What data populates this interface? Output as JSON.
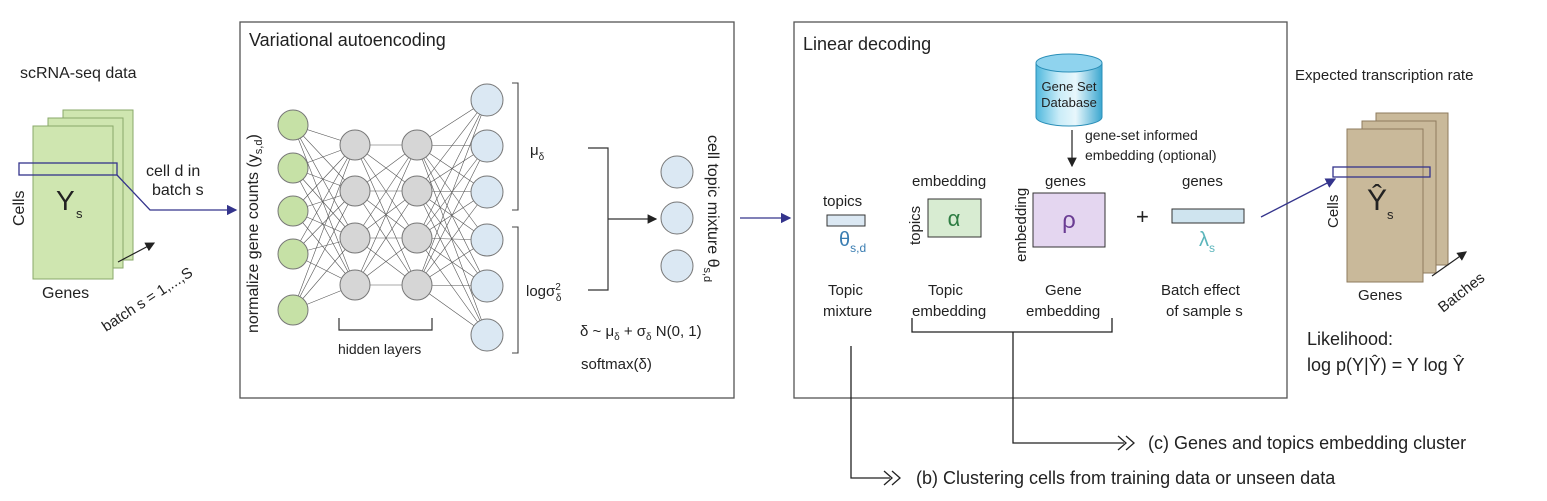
{
  "input": {
    "title": "scRNA-seq data",
    "cells_label": "Cells",
    "genes_label": "Genes",
    "matrix_symbol": "Y",
    "matrix_sub": "s",
    "cell_label_line1": "cell d in",
    "cell_label_line2": "batch s",
    "batch_label": "batch s = 1,...,S"
  },
  "vae": {
    "title": "Variational autoencoding",
    "input_axis_label": "normalize gene counts (y",
    "input_axis_sub": "s,d",
    "input_axis_close": ")",
    "hidden_label": "hidden layers",
    "mu": "μ",
    "mu_sub": "δ",
    "logsigma": "logσ",
    "logsigma_sup": "2",
    "logsigma_sub": "δ",
    "theta_label": "cell topic mixture θ",
    "theta_sub": "s,d",
    "reparam_a": "δ ~ μ",
    "reparam_a_sub": "δ",
    "reparam_b": " + σ",
    "reparam_b_sub": "δ",
    "reparam_c": " N(0, 1)",
    "softmax": "softmax(δ)"
  },
  "decoder": {
    "title": "Linear decoding",
    "database_line1": "Gene Set",
    "database_line2": "Database",
    "informed_line1": "gene-set informed",
    "informed_line2": "embedding (optional)",
    "topics_header": "topics",
    "theta_symbol": "θ",
    "theta_sub": "s,d",
    "alpha_header": "embedding",
    "alpha_side": "topics",
    "alpha_symbol": "α",
    "rho_header": "genes",
    "rho_side": "embedding",
    "rho_symbol": "ρ",
    "plus": "+",
    "lambda_header": "genes",
    "lambda_symbol": "λ",
    "lambda_sub": "s",
    "caption_topic_1": "Topic",
    "caption_topic_2": "mixture",
    "caption_alpha_1": "Topic",
    "caption_alpha_2": "embedding",
    "caption_rho_1": "Gene",
    "caption_rho_2": "embedding",
    "caption_batch_1": "Batch effect",
    "caption_batch_2": "of sample s"
  },
  "output": {
    "title": "Expected transcription rate",
    "cells_label": "Cells",
    "genes_label": "Genes",
    "batches_label": "Batches",
    "matrix_symbol": "Ŷ",
    "matrix_sub": "s",
    "likelihood_line1": "Likelihood:",
    "likelihood_line2": "log p(Y|Ŷ) = Y log Ŷ"
  },
  "outcomes": {
    "c_label": "(c) Genes and topics embedding cluster",
    "b_label": "(b) Clustering cells from training data or unseen data"
  },
  "colors": {
    "green_fill": "#cfe6b0",
    "green_node": "#c6e1a6",
    "grey_node": "#d6d6d6",
    "blue_node": "#dbe8f3",
    "matrix_out": "#c9b99a",
    "arrow_blue": "#34348c",
    "alpha_fill": "#d8ecd2",
    "alpha_text": "#2e7d43",
    "rho_fill": "#e4d6f0",
    "rho_text": "#6a3c93",
    "lambda_fill": "#cfe4ef",
    "lambda_text": "#5bb5bb",
    "theta_text": "#3a7db2"
  }
}
